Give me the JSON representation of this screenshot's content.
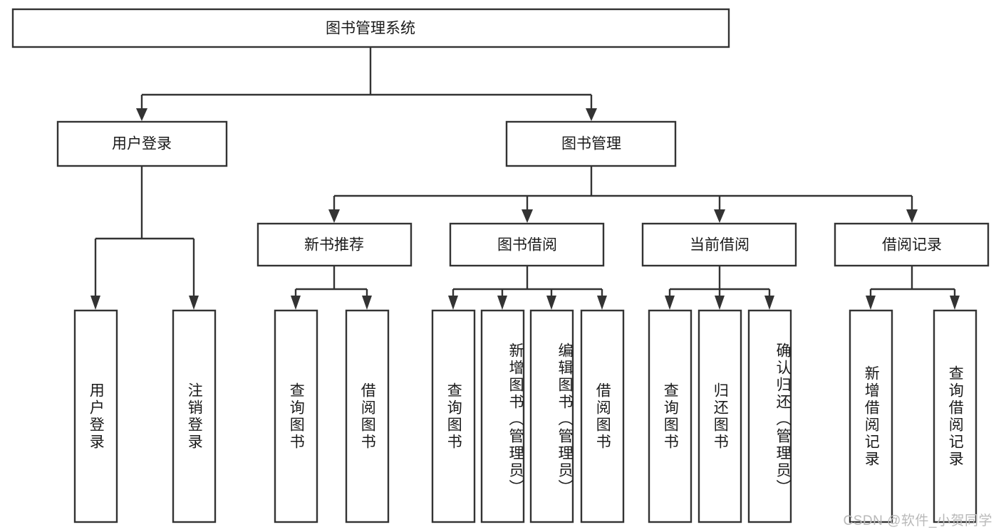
{
  "diagram": {
    "type": "hierarchy-tree",
    "title_node": {
      "id": "root",
      "label": "图书管理系统"
    },
    "levels": [
      {
        "level": 1,
        "nodes": [
          {
            "id": "root",
            "label": "图书管理系统",
            "orientation": "horizontal"
          }
        ]
      },
      {
        "level": 2,
        "nodes": [
          {
            "id": "user-login",
            "label": "用户登录",
            "orientation": "horizontal",
            "parent": "root"
          },
          {
            "id": "book-manage",
            "label": "图书管理",
            "orientation": "horizontal",
            "parent": "root"
          }
        ]
      },
      {
        "level": 3,
        "nodes": [
          {
            "id": "new-book-recommend",
            "label": "新书推荐",
            "orientation": "horizontal",
            "parent": "book-manage"
          },
          {
            "id": "book-borrow",
            "label": "图书借阅",
            "orientation": "horizontal",
            "parent": "book-manage"
          },
          {
            "id": "current-borrow",
            "label": "当前借阅",
            "orientation": "horizontal",
            "parent": "book-manage"
          },
          {
            "id": "borrow-record",
            "label": "借阅记录",
            "orientation": "horizontal",
            "parent": "book-manage"
          }
        ]
      },
      {
        "level": 4,
        "nodes": [
          {
            "id": "leaf-user-login",
            "label": "用户登录",
            "orientation": "vertical",
            "parent": "user-login"
          },
          {
            "id": "leaf-user-logout",
            "label": "注销登录",
            "orientation": "vertical",
            "parent": "user-login"
          },
          {
            "id": "leaf-query-book-1",
            "label": "查询图书",
            "orientation": "vertical",
            "parent": "new-book-recommend"
          },
          {
            "id": "leaf-borrow-book-1",
            "label": "借阅图书",
            "orientation": "vertical",
            "parent": "new-book-recommend"
          },
          {
            "id": "leaf-query-book-2",
            "label": "查询图书",
            "orientation": "vertical",
            "parent": "book-borrow"
          },
          {
            "id": "leaf-add-book",
            "label": "新增图书（管理员）",
            "orientation": "vertical",
            "parent": "book-borrow"
          },
          {
            "id": "leaf-edit-book",
            "label": "编辑图书（管理员）",
            "orientation": "vertical",
            "parent": "book-borrow"
          },
          {
            "id": "leaf-borrow-book-2",
            "label": "借阅图书",
            "orientation": "vertical",
            "parent": "book-borrow"
          },
          {
            "id": "leaf-query-book-3",
            "label": "查询图书",
            "orientation": "vertical",
            "parent": "current-borrow"
          },
          {
            "id": "leaf-return-book",
            "label": "归还图书",
            "orientation": "vertical",
            "parent": "current-borrow"
          },
          {
            "id": "leaf-confirm-return",
            "label": "确认归还（管理员）",
            "orientation": "vertical",
            "parent": "current-borrow"
          },
          {
            "id": "leaf-add-record",
            "label": "新增借阅记录",
            "orientation": "vertical",
            "parent": "borrow-record"
          },
          {
            "id": "leaf-query-record",
            "label": "查询借阅记录",
            "orientation": "vertical",
            "parent": "borrow-record"
          }
        ]
      }
    ]
  },
  "colors": {
    "stroke": "#333333",
    "box_fill": "#ffffff",
    "text": "#1a1a1a",
    "watermark": "#b9b9b9",
    "background": "#ffffff"
  },
  "watermark": {
    "text": "CSDN @软件_小贺同学"
  }
}
